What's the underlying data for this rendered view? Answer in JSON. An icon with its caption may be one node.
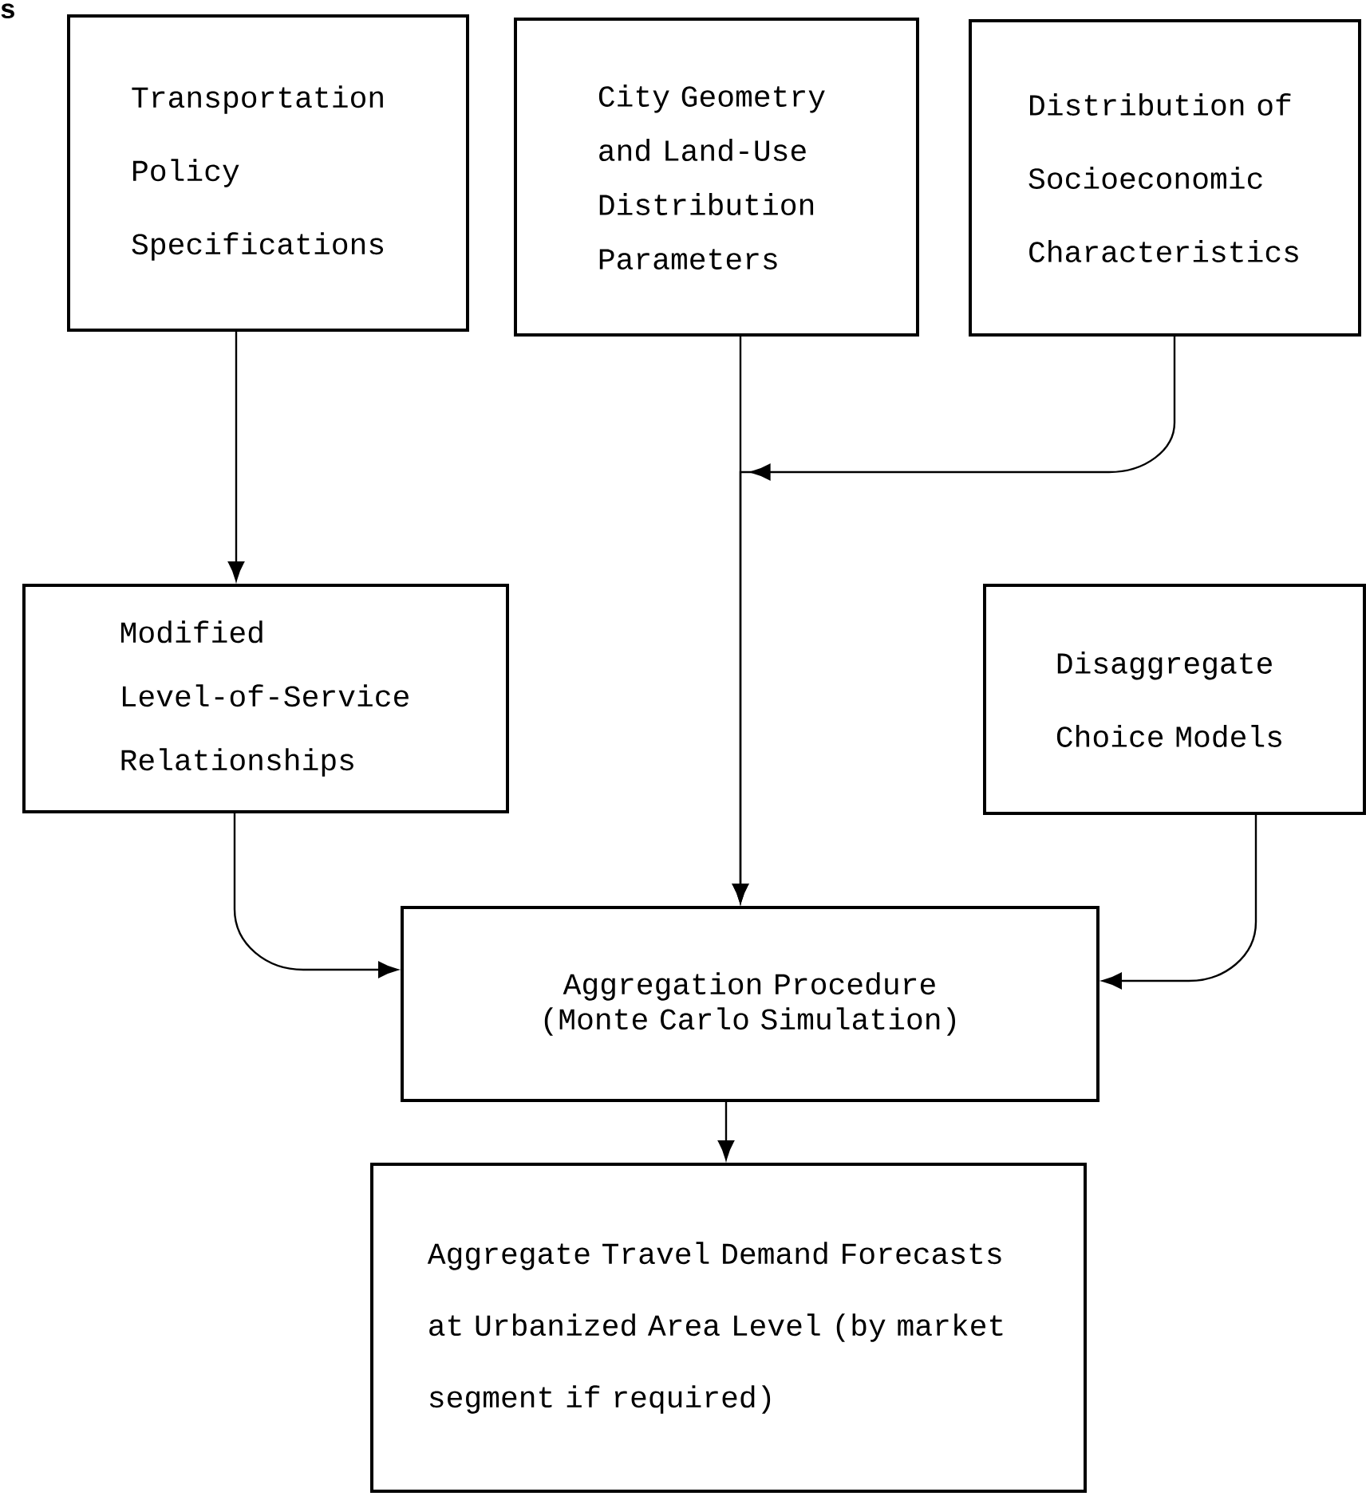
{
  "diagram": {
    "nodes": [
      {
        "text": [
          "Transportation Policy Specifications"
        ]
      },
      {
        "text": [
          "City Geometry and Land-Use Distribution Parameters"
        ]
      },
      {
        "text": [
          "Distribution of Socioeconomic Characteristics"
        ]
      },
      {
        "text": [
          "Modified Level-of-Service Relationships"
        ]
      },
      {
        "text": [
          "Disaggregate Choice Models"
        ]
      },
      {
        "text": [
          "Aggregation Procedure (Monte Carlo Simulation)"
        ]
      },
      {
        "text": [
          "Aggregate Travel Demand Forecasts at Urbanized Area Level (by market segment if required)"
        ]
      }
    ],
    "edges": [
      {
        "from": 0,
        "to": 3,
        "arrow": "to"
      },
      {
        "from": 1,
        "to": 5,
        "arrow": "to"
      },
      {
        "from": 2,
        "to": 5,
        "arrow": "to"
      },
      {
        "from": 3,
        "to": 5,
        "arrow": "to"
      },
      {
        "from": 4,
        "to": 5,
        "arrow": "to"
      },
      {
        "from": 5,
        "to": 6,
        "arrow": "to"
      }
    ],
    "labels": [
      "s"
    ]
  }
}
